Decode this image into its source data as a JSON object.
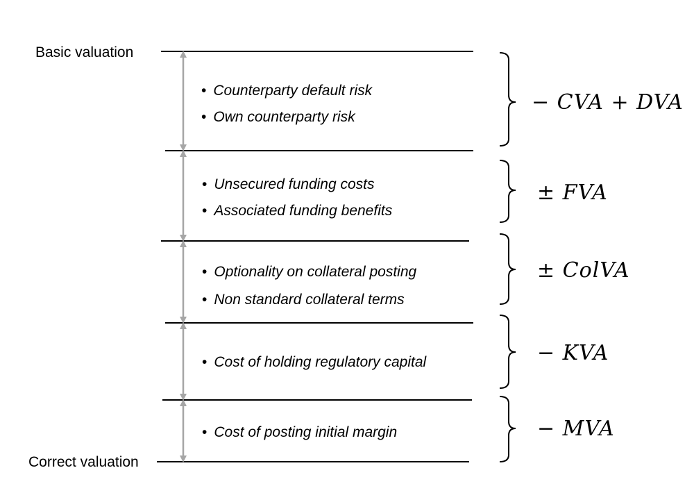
{
  "labels": {
    "top": "Basic valuation",
    "bottom": "Correct valuation"
  },
  "sections": [
    {
      "bullets": [
        "Counterparty default risk",
        "Own counterparty risk"
      ],
      "adjustment": "− CVA + DVA"
    },
    {
      "bullets": [
        "Unsecured funding costs",
        "Associated funding benefits"
      ],
      "adjustment": "± FVA"
    },
    {
      "bullets": [
        "Optionality on collateral posting",
        "Non standard collateral terms"
      ],
      "adjustment": "± ColVA"
    },
    {
      "bullets": [
        "Cost of holding regulatory capital"
      ],
      "adjustment": "− KVA"
    },
    {
      "bullets": [
        "Cost of posting initial margin"
      ],
      "adjustment": "− MVA"
    }
  ],
  "colors": {
    "arrow": "#a6a6a6",
    "line": "#000000"
  }
}
